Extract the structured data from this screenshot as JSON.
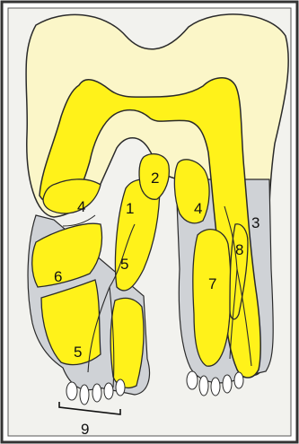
{
  "labels": {
    "l1": "1",
    "l2": "2",
    "l3": "3",
    "l4a": "4",
    "l4b": "4",
    "l5a": "5",
    "l5b": "5",
    "l6": "6",
    "l7": "7",
    "l8": "8",
    "l9": "9"
  },
  "colors": {
    "frame_bg": "#f2f2ee",
    "crown": "#fbf6c8",
    "pulp": "#fff21a",
    "cementum": "#cfd2d6",
    "outline": "#2a2a2a"
  }
}
